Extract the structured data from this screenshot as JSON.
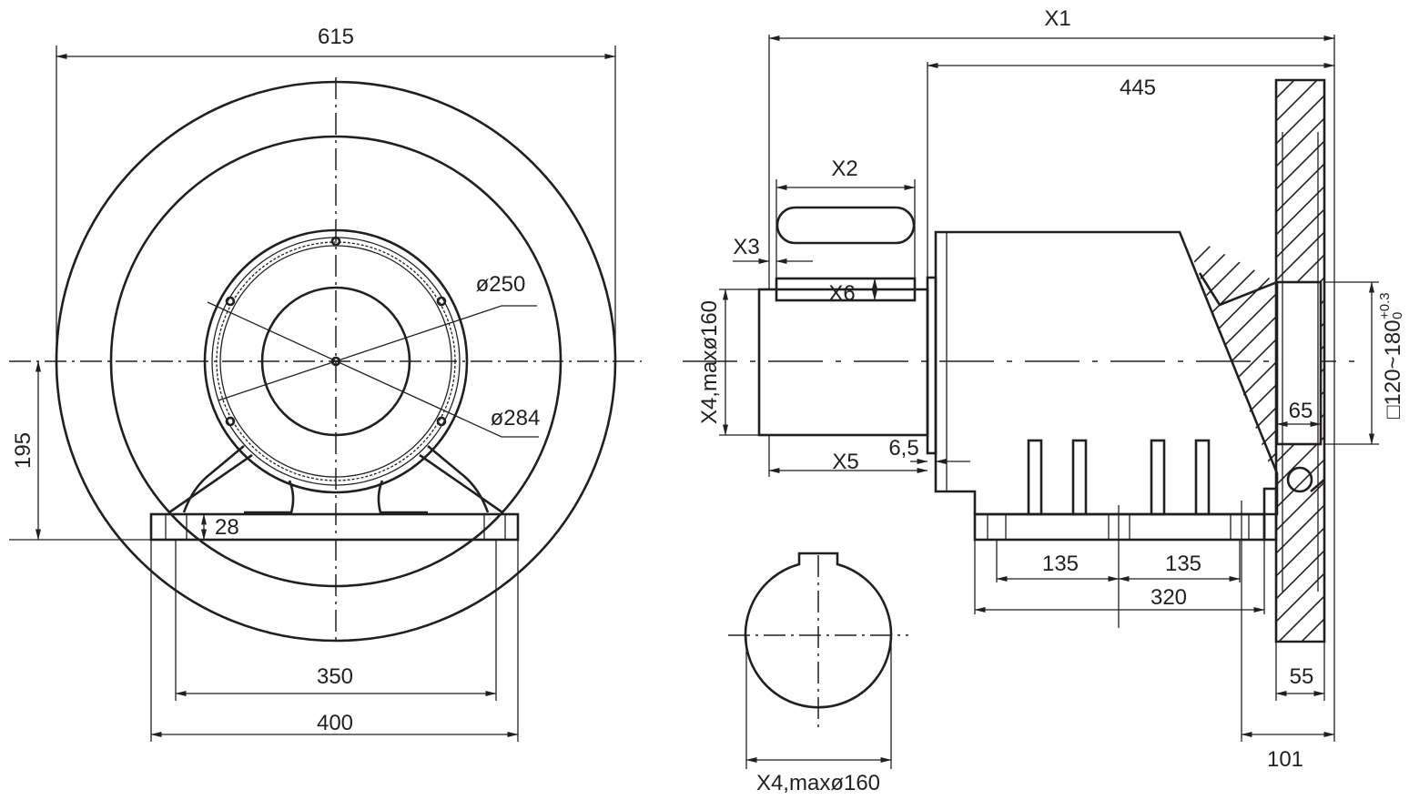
{
  "front_view": {
    "dims": {
      "overall_width": "615",
      "inner_diameter": "ø250",
      "bolt_circle_diameter": "ø284",
      "center_height": "195",
      "foot_thickness": "28",
      "foot_hole_spacing": "350",
      "foot_width": "400"
    }
  },
  "side_view": {
    "dims": {
      "overall_length": "X1",
      "body_length": "445",
      "key_length": "X2",
      "key_offset": "X3",
      "key_height": "X6",
      "shaft_diameter": "X4,maxø160",
      "shaft_length": "X5",
      "flange_thickness": "6,5",
      "foot_hole_spacing_left": "135",
      "foot_hole_spacing_right": "135",
      "foot_hole_total": "320",
      "inlet_square": "□120~180",
      "inlet_tolerance_upper": "+0.3",
      "inlet_tolerance_lower": "0",
      "inlet_depth": "65",
      "flange_width": "55",
      "flange_offset": "101"
    }
  },
  "shaft_section": {
    "dims": {
      "diameter": "X4,maxø160"
    }
  }
}
